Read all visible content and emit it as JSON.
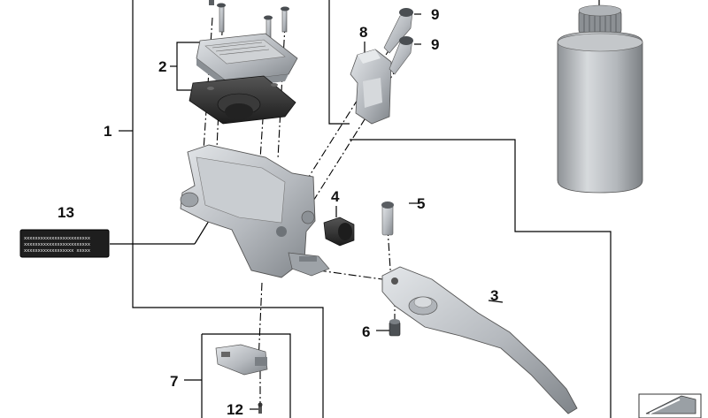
{
  "callouts": {
    "c1": "1",
    "c2": "2",
    "c3": "3",
    "c4": "4",
    "c5": "5",
    "c6": "6",
    "c7": "7",
    "c8": "8",
    "c9a": "9",
    "c9b": "9",
    "c12": "12",
    "c13": "13"
  },
  "label_plate": {
    "line1": "xxxxxxxxxxxxxxxxxxxxxxxx",
    "line2": "xxxxxxxxxxxxxxxxxxxxxxxx",
    "line3": "xxxxxxxxxxxxxxxxxx xxxxx"
  },
  "colors": {
    "part_fill": "#b9bdc2",
    "part_dark": "#6e7378",
    "rubber": "#2b2b2b"
  },
  "icons": {
    "corner": "fold-corner-icon"
  }
}
